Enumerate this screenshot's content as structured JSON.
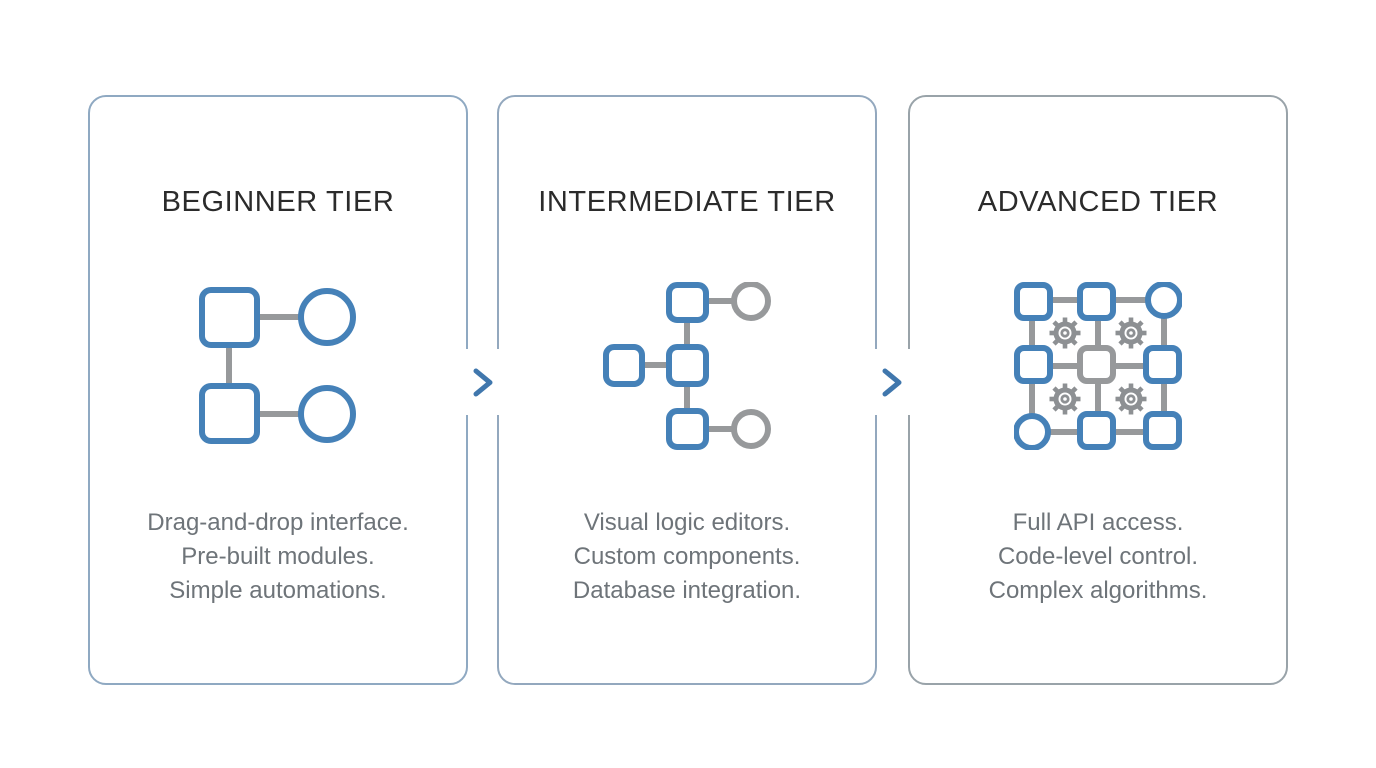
{
  "page": {
    "background": "#ffffff",
    "kind": "tier-comparison-diagram"
  },
  "colors": {
    "node_blue": "#4581B8",
    "connector_gray": "#97999B",
    "gear_gray": "#8D9093",
    "card_border_blue": "#8FA9C2",
    "card_border_gray": "#99A3A9",
    "chevron_blue": "#4077AD",
    "title_text": "#2B2B2B",
    "description_text": "#6E7479"
  },
  "cards": [
    {
      "id": "beginner",
      "title": "BEGINNER TIER",
      "icon": "workflow-simple-icon",
      "description_lines": [
        "Drag-and-drop interface.",
        "Pre-built modules.",
        "Simple automations."
      ]
    },
    {
      "id": "intermediate",
      "title": "INTERMEDIATE TIER",
      "icon": "workflow-branching-icon",
      "description_lines": [
        "Visual logic editors.",
        "Custom components.",
        "Database integration."
      ]
    },
    {
      "id": "advanced",
      "title": "ADVANCED TIER",
      "icon": "workflow-grid-gears-icon",
      "description_lines": [
        "Full API access.",
        "Code-level control.",
        "Complex algorithms."
      ]
    }
  ],
  "arrows": [
    {
      "name": "arrow-beginner-to-intermediate",
      "glyph": "chevron-right"
    },
    {
      "name": "arrow-intermediate-to-advanced",
      "glyph": "chevron-right"
    }
  ]
}
